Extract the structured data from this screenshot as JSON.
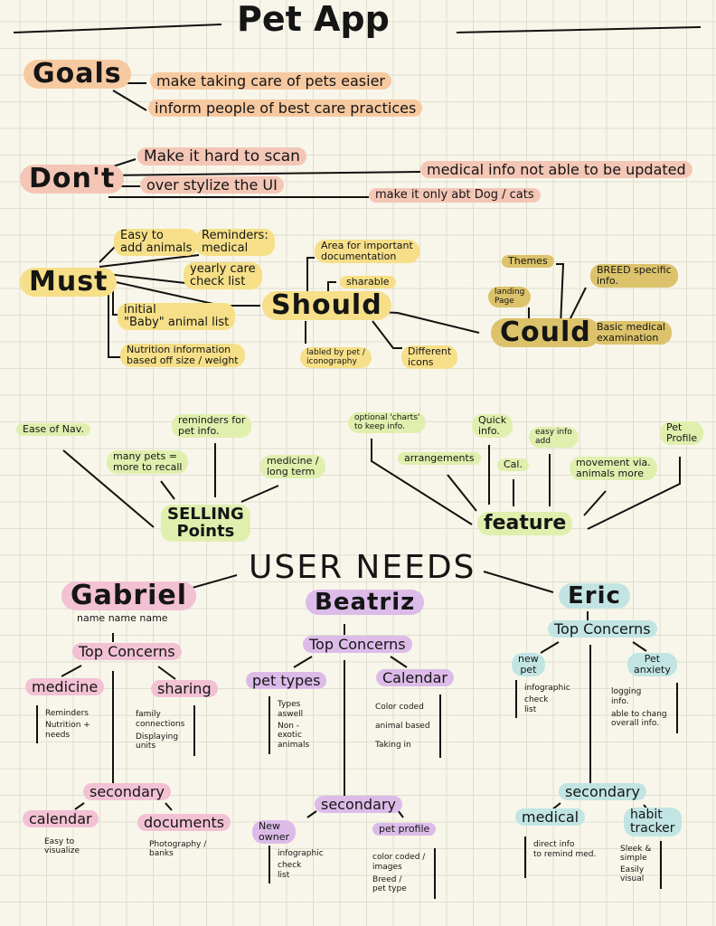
{
  "title": "Pet App",
  "goals": {
    "label": "Goals",
    "items": [
      "make taking care of pets easier",
      "inform people of best care practices"
    ]
  },
  "dont": {
    "label": "Don't",
    "items": [
      "Make it hard to scan",
      "medical info not able to be updated",
      "over stylize the UI",
      "make it only abt Dog / cats"
    ]
  },
  "must": {
    "label": "Must",
    "items": [
      "Easy to",
      "add animals",
      "Reminders:",
      "medical",
      "yearly care",
      "check list",
      "initial",
      "\"Baby\" animal list",
      "Nutrition information",
      "based off size / weight"
    ]
  },
  "should": {
    "label": "Should",
    "items": [
      "Area for important",
      "documentation",
      "sharable",
      "labled by pet /",
      "iconography",
      "Different",
      "icons"
    ]
  },
  "could": {
    "label": "Could",
    "items": [
      "Themes",
      "landing",
      "Page",
      "BREED specific",
      "info.",
      "Basic medical",
      "examination"
    ]
  },
  "selling_points": {
    "label1": "SELLING",
    "label2": "Points",
    "items": [
      "Ease of Nav.",
      "reminders for",
      "pet info.",
      "many pets =",
      "more to recall",
      "medicine /",
      "long term"
    ]
  },
  "feature": {
    "label": "feature",
    "items": [
      "optional 'charts'",
      "to keep info.",
      "Quick",
      "info.",
      "easy info",
      "add",
      "Pet",
      "Profile",
      "arrangements",
      "Cal.",
      "movement via.",
      "animals more"
    ]
  },
  "user_needs": {
    "title": "USER NEEDS",
    "personas": [
      {
        "name": "Gabriel",
        "subtitle": "name name name",
        "top_label": "Top Concerns",
        "top": [
          {
            "label": "medicine",
            "notes": [
              "Reminders",
              "Nutrition +",
              "needs"
            ]
          },
          {
            "label": "sharing",
            "notes": [
              "family",
              "connections",
              "Displaying",
              "units"
            ]
          }
        ],
        "secondary_label": "secondary",
        "secondary": [
          {
            "label": "calendar",
            "notes": [
              "Easy to",
              "visualize"
            ]
          },
          {
            "label": "documents",
            "notes": [
              "Photography /",
              "banks"
            ]
          }
        ]
      },
      {
        "name": "Beatriz",
        "top_label": "Top Concerns",
        "top": [
          {
            "label": "pet types",
            "notes": [
              "Types",
              "aswell",
              "Non -",
              "exotic",
              "animals"
            ]
          },
          {
            "label": "Calendar",
            "notes": [
              "Color coded",
              "animal based",
              "Taking in"
            ]
          }
        ],
        "secondary_label": "secondary",
        "secondary": [
          {
            "label": "New",
            "label2": "owner",
            "notes": [
              "infographic",
              "check",
              "list"
            ]
          },
          {
            "label": "pet profile",
            "notes": [
              "color coded /",
              "images",
              "Breed /",
              "pet type"
            ]
          }
        ]
      },
      {
        "name": "Eric",
        "top_label": "Top Concerns",
        "top": [
          {
            "label": "new",
            "label2": "pet",
            "notes": [
              "infographic",
              "check",
              "list"
            ]
          },
          {
            "label": "Pet",
            "label2": "anxiety",
            "notes": [
              "logging",
              "info.",
              "able to chang",
              "overall info."
            ]
          }
        ],
        "secondary_label": "secondary",
        "secondary": [
          {
            "label": "medical",
            "notes": [
              "direct info",
              "to remind med."
            ]
          },
          {
            "label": "habit",
            "label2": "tracker",
            "notes": [
              "Sleek &",
              "simple",
              "Easily",
              "visual"
            ]
          }
        ]
      }
    ]
  }
}
